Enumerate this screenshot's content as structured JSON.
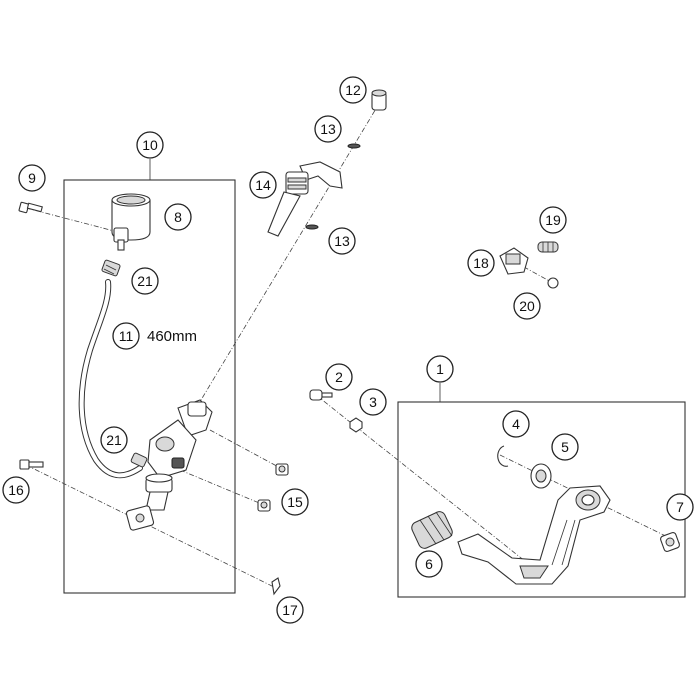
{
  "callouts": {
    "c1": "1",
    "c2": "2",
    "c3": "3",
    "c4": "4",
    "c5": "5",
    "c6": "6",
    "c7": "7",
    "c8": "8",
    "c9": "9",
    "c10": "10",
    "c11": "11",
    "c12": "12",
    "c13a": "13",
    "c13b": "13",
    "c14": "14",
    "c15": "15",
    "c16": "16",
    "c17": "17",
    "c18": "18",
    "c19": "19",
    "c20": "20",
    "c21a": "21",
    "c21b": "21"
  },
  "hose_length": "460mm"
}
